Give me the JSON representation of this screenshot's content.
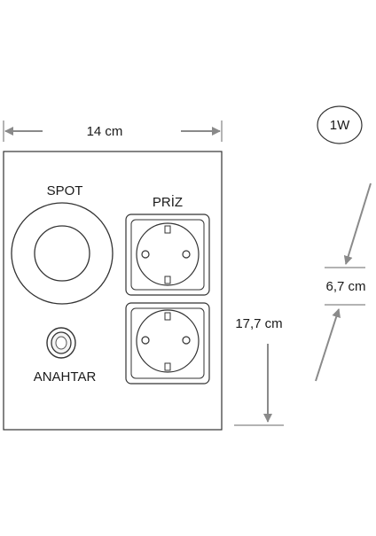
{
  "dimensions": {
    "width_label": "14 cm",
    "height_label": "17,7 cm",
    "depth_label": "6,7 cm"
  },
  "power_badge": "1W",
  "components": {
    "spot_label": "SPOT",
    "priz_label": "PRİZ",
    "anahtar_label": "ANAHTAR"
  }
}
